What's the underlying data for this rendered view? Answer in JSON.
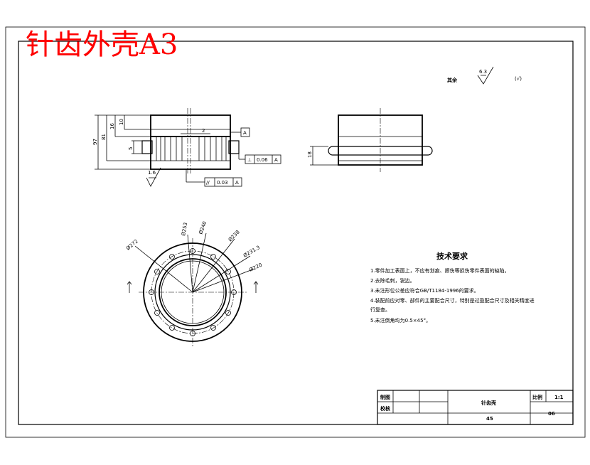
{
  "header": {
    "title": "针齿外壳A3"
  },
  "surface_note": {
    "label": "其余",
    "roughness": "6.3",
    "paren": "(√)"
  },
  "front_view": {
    "dims": {
      "d97": "97",
      "d81": "81",
      "d16": "16",
      "d10": "10",
      "d5": "5",
      "d2": "2"
    },
    "datum": "A",
    "perp_tol": {
      "symbol": "⊥",
      "value": "0.06",
      "datum": "A"
    },
    "par_tol": {
      "symbol": "//",
      "value": "0.03",
      "datum": "A"
    },
    "roughness": "1.6"
  },
  "side_view": {
    "dims": {
      "d18": "18"
    }
  },
  "plan_view": {
    "dims": {
      "d272": "Ø272",
      "d253": "Ø253",
      "d240": "Ø240",
      "d238": "Ø238",
      "d231": "Ø231.3",
      "d220": "Ø220"
    }
  },
  "tech_req": {
    "title": "技术要求",
    "items": [
      "1.零件加工表面上，不应有划痕、擦伤等损伤零件表面的缺陷。",
      "2.去除毛刺，锐边。",
      "3.未注形位公差应符合GB/T1184-1996的要求。",
      "4.装配前应对零、部件的主要配合尺寸，特别是过盈配合尺寸及相关精度进",
      "行复查。",
      "5.未注倒角均为0.5×45°。"
    ]
  },
  "title_block": {
    "drawn_label": "制图",
    "checked_label": "校核",
    "part_name": "针齿壳",
    "scale_label": "比例",
    "scale_value": "1:1",
    "material": "45",
    "sheet_no": "06"
  }
}
